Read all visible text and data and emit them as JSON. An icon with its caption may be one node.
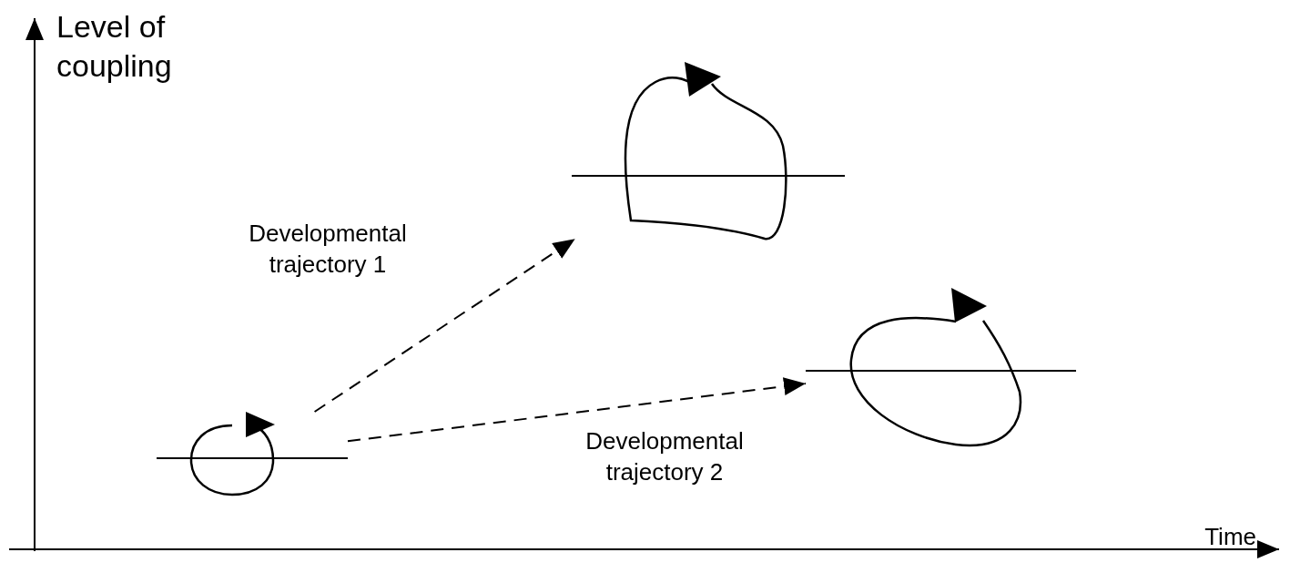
{
  "diagram": {
    "nodes": [
      {
        "text": [],
        "shape": "loop"
      },
      {
        "text": [],
        "shape": "loop"
      },
      {
        "text": [],
        "shape": "loop"
      }
    ],
    "edges": [
      {
        "from": 0,
        "to": 1,
        "arrow": "to",
        "style": "dashed",
        "label": "Developmental trajectory 1"
      },
      {
        "from": 0,
        "to": 2,
        "arrow": "to",
        "style": "dashed",
        "label": "Developmental trajectory 2"
      }
    ],
    "labels": [
      "Level of coupling",
      "Time"
    ]
  }
}
